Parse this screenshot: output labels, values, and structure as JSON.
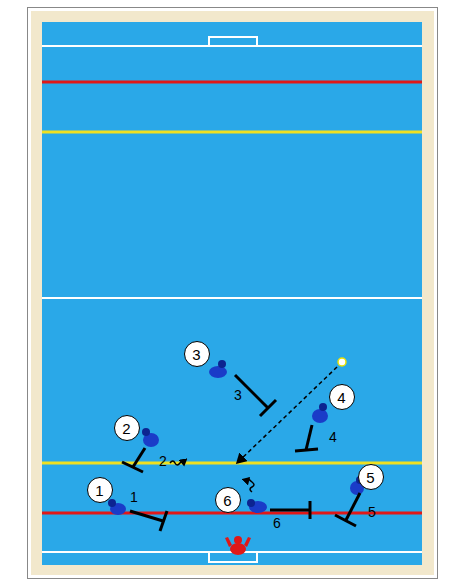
{
  "diagram": {
    "nodes": [
      {
        "text": [
          "3"
        ]
      },
      {
        "text": [
          "4"
        ]
      },
      {
        "text": [
          "2"
        ]
      },
      {
        "text": [
          "5"
        ]
      },
      {
        "text": [
          "1"
        ]
      },
      {
        "text": [
          "6"
        ]
      }
    ],
    "labels": [
      "3",
      "4",
      "2",
      "1",
      "5",
      "6"
    ]
  }
}
